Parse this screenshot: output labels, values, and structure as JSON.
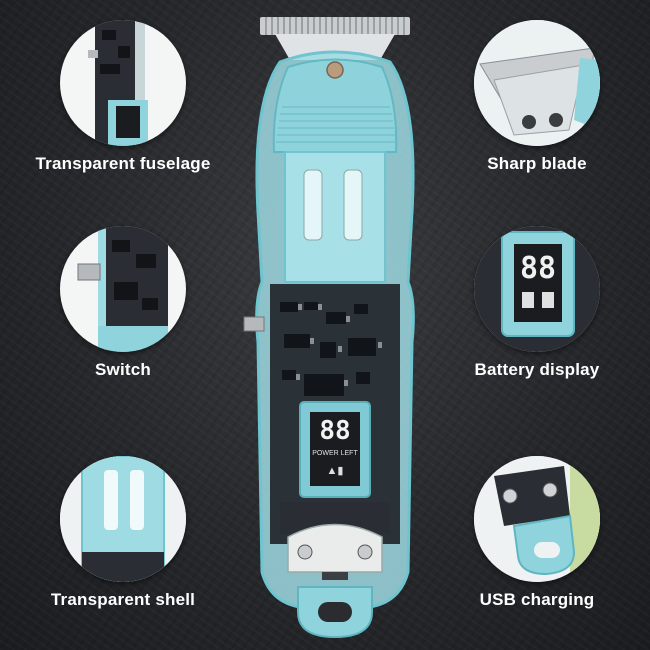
{
  "features": {
    "fuselage": {
      "label": "Transparent fuselage"
    },
    "blade": {
      "label": "Sharp blade"
    },
    "switch": {
      "label": "Switch"
    },
    "battery": {
      "label": "Battery display"
    },
    "shell": {
      "label": "Transparent shell"
    },
    "usb": {
      "label": "USB charging"
    }
  },
  "trimmer": {
    "display_digits": "88",
    "display_caption": "POWER LEFT"
  },
  "colors": {
    "body_teal": "#8fd3dc",
    "body_teal_dark": "#5fb6c2",
    "pcb": "#1e2126",
    "background": "#2a2c2f",
    "label": "#ffffff"
  }
}
